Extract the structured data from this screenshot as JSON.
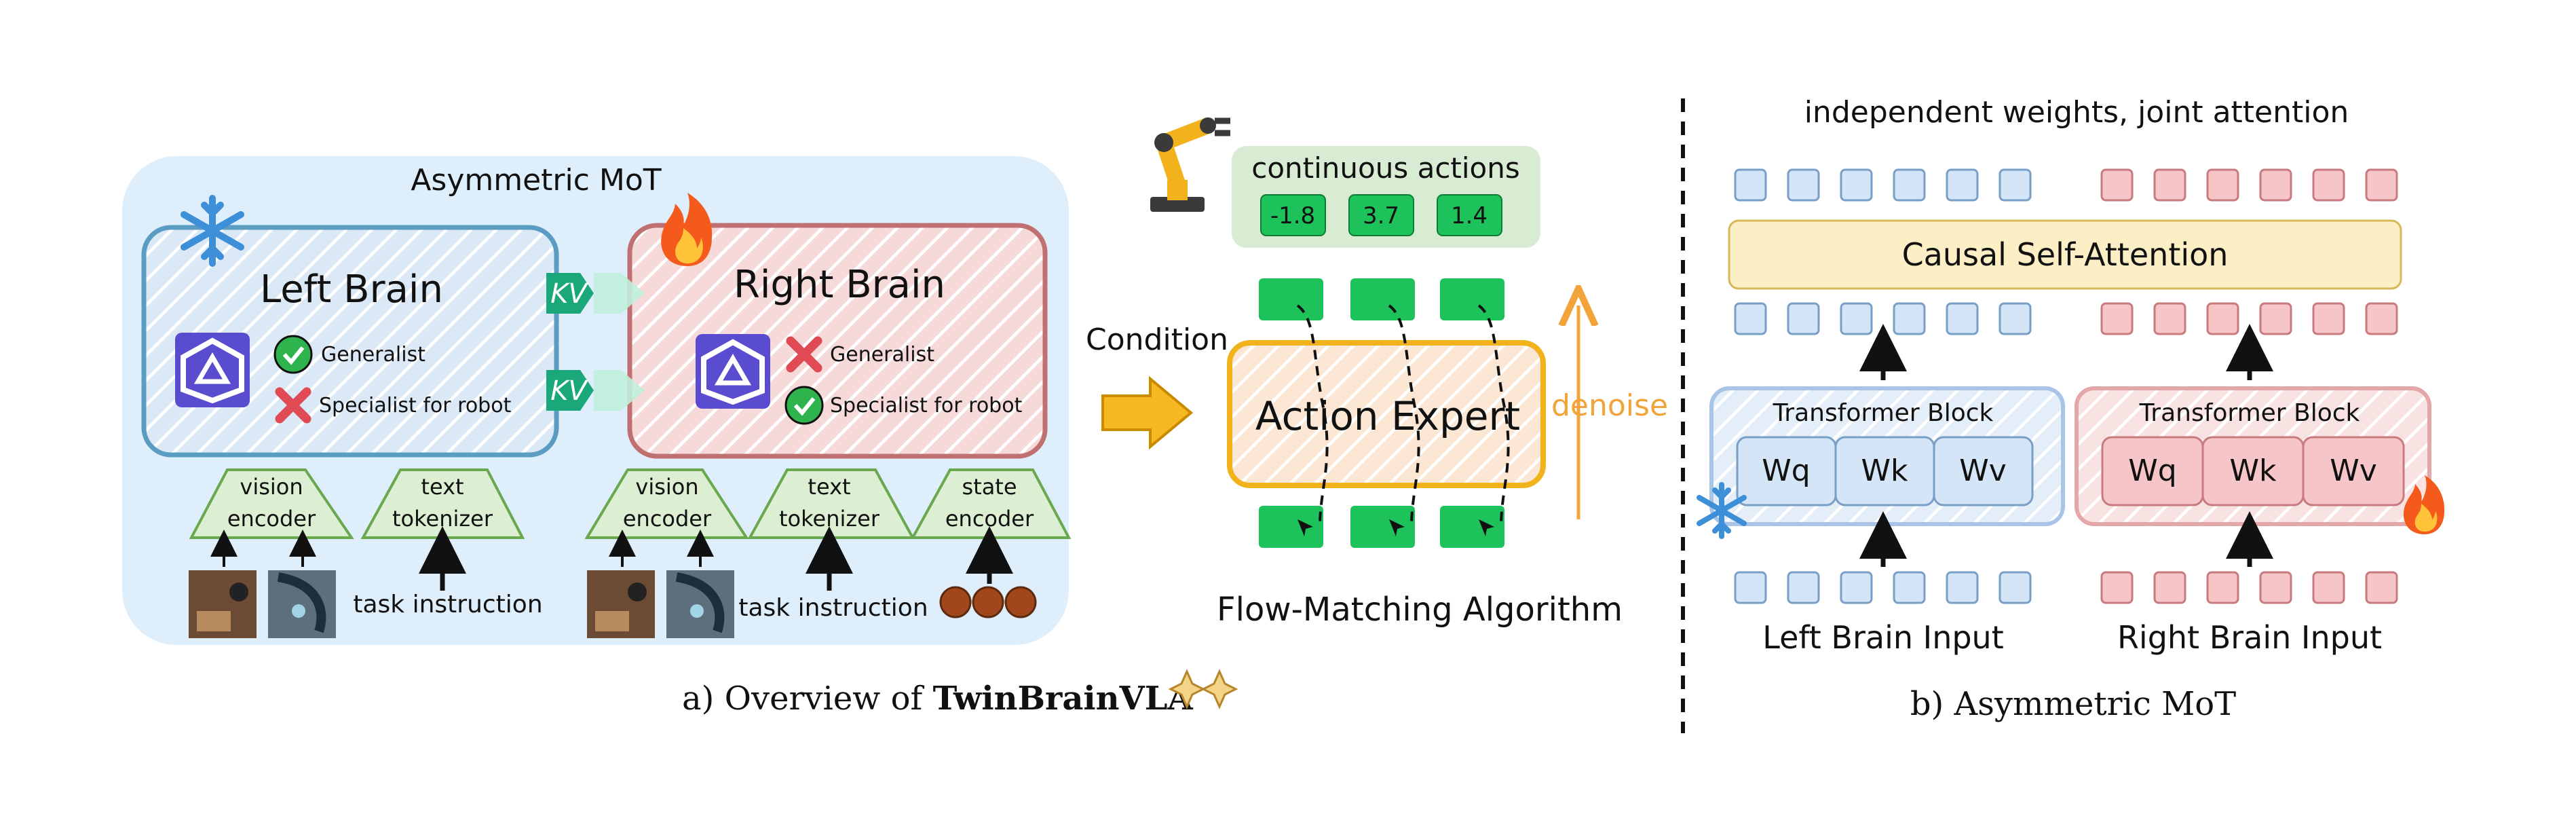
{
  "left_panel": {
    "title": "Asymmetric MoT",
    "left_brain": {
      "label": "Left Brain",
      "check_text": "Generalist",
      "cross_text": "Specialist for robot"
    },
    "right_brain": {
      "label": "Right Brain",
      "cross_text": "Generalist",
      "check_text": "Specialist for robot"
    },
    "kv_label_top": "KV",
    "kv_label_bottom": "KV",
    "left_encoders": {
      "vision_line1": "vision",
      "vision_line2": "encoder",
      "text_line1": "text",
      "text_line2": "tokenizer",
      "task_instruction": "task instruction"
    },
    "right_encoders": {
      "vision_line1": "vision",
      "vision_line2": "encoder",
      "text_line1": "text",
      "text_line2": "tokenizer",
      "state_line1": "state",
      "state_line2": "encoder",
      "task_instruction": "task instruction"
    }
  },
  "action_side": {
    "condition_label": "Condition",
    "continuous_actions_label": "continuous actions",
    "action_values": [
      "-1.8",
      "3.7",
      "1.4"
    ],
    "action_expert_label": "Action Expert",
    "denoise_label": "denoise",
    "algorithm_label": "Flow-Matching Algorithm"
  },
  "caption_a": {
    "prefix": "a)  Overview of ",
    "name": "TwinBrainVLA"
  },
  "right_panel": {
    "title": "independent weights, joint attention",
    "attention_label": "Causal Self-Attention",
    "left_block": {
      "label": "Transformer Block",
      "w": [
        "Wq",
        "Wk",
        "Wv"
      ],
      "input_label": "Left Brain Input"
    },
    "right_block": {
      "label": "Transformer Block",
      "w": [
        "Wq",
        "Wk",
        "Wv"
      ],
      "input_label": "Right Brain Input"
    },
    "caption": "b)  Asymmetric MoT"
  },
  "colors": {
    "panel_bg": "#dfeefb",
    "left_brain_border": "#5b9cc2",
    "right_brain_border": "#c07070",
    "green_token": "#1ec25a",
    "blue_token": "#d4e5f7",
    "red_token": "#f5c5c7",
    "orange": "#f2a33a",
    "attention_fill": "#fcefc5"
  }
}
